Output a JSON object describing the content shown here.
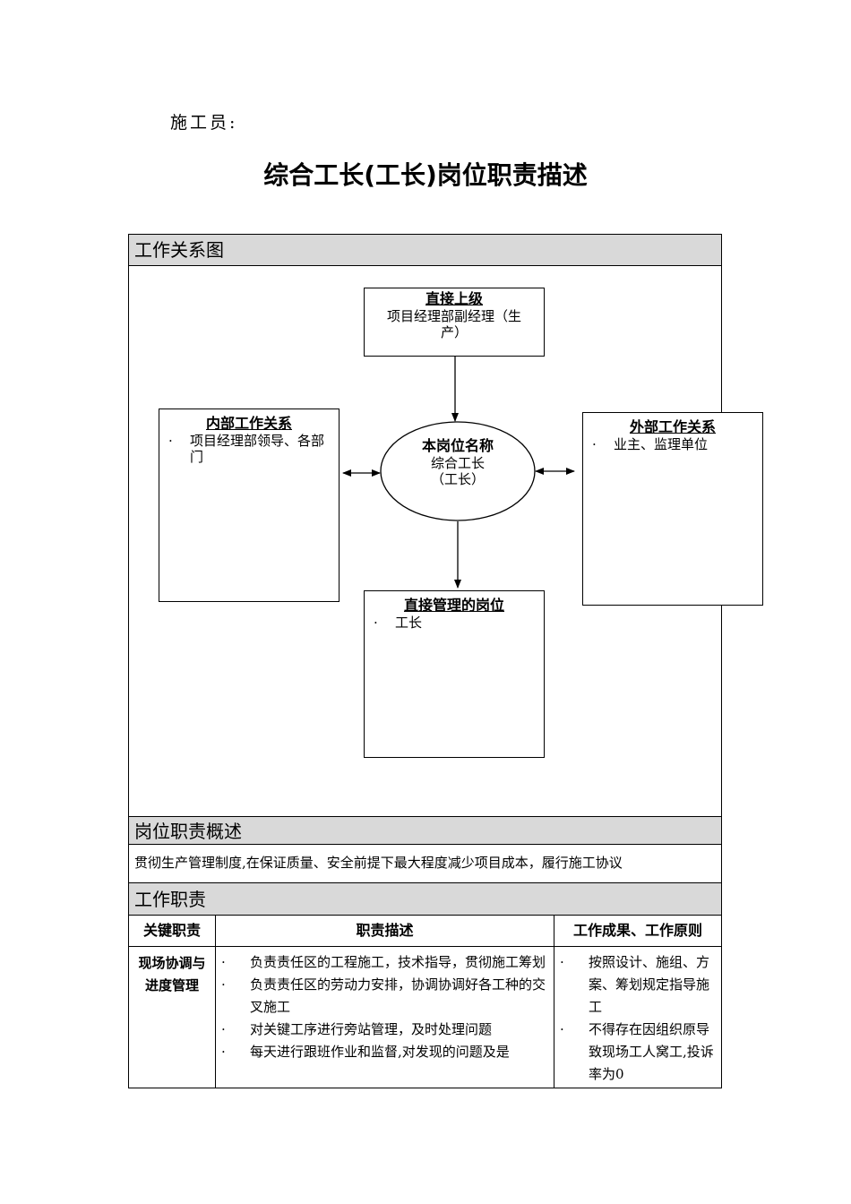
{
  "header": {
    "role_label": "施工员:",
    "title": "综合工长(工长)岗位职责描述"
  },
  "sections": {
    "relationship": "工作关系图",
    "summary": "岗位职责概述",
    "duties": "工作职责"
  },
  "diagram": {
    "superior": {
      "title": "直接上级",
      "text": "项目经理部副经理（生产）"
    },
    "position": {
      "title": "本岗位名称",
      "line1": "综合工长",
      "line2": "（工长）"
    },
    "internal": {
      "title": "内部工作关系",
      "items": [
        "项目经理部领导、各部门"
      ]
    },
    "external": {
      "title": "外部工作关系",
      "items": [
        "业主、监理单位"
      ]
    },
    "subordinate": {
      "title": "直接管理的岗位",
      "items": [
        "工长"
      ]
    }
  },
  "summary_text": "贯彻生产管理制度,在保证质量、安全前提下最大程度减少项目成本，履行施工协议",
  "duties_table": {
    "headers": [
      "关键职责",
      "职责描述",
      "工作成果、工作原则"
    ],
    "rows": [
      {
        "key": "现场协调与进度管理",
        "descriptions": [
          "负责责任区的工程施工，技术指导，贯彻施工筹划",
          "负责责任区的劳动力安排，协调协调好各工种的交叉施工",
          "对关键工序进行旁站管理，及时处理问题",
          "每天进行跟班作业和监督,对发现的问题及是"
        ],
        "results": [
          "按照设计、施组、方案、筹划规定指导施工",
          "不得存在因组织原导致现场工人窝工,投诉率为0"
        ]
      }
    ]
  }
}
